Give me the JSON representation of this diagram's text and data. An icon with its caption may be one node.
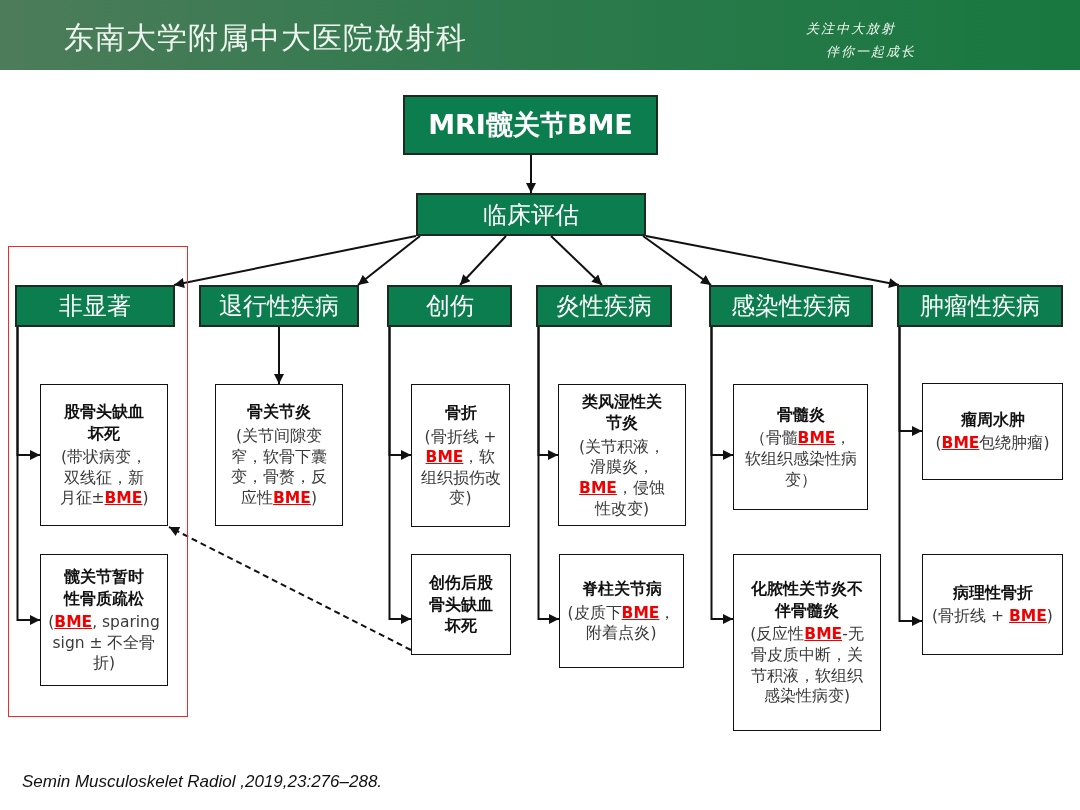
{
  "diagram": {
    "caption": "Semin Musculoskelet Radiol ,2019,23:276–288.",
    "nodes": [
      {
        "text": [
          "MRI髋关节BME"
        ]
      },
      {
        "text": [
          "临床评估"
        ]
      },
      {
        "text": [],
        "shape": "box"
      },
      {
        "text": [
          "非显著"
        ],
        "in": 2
      },
      {
        "text": [
          "退行性疾病"
        ]
      },
      {
        "text": [
          "创伤"
        ]
      },
      {
        "text": [
          "炎性疾病"
        ]
      },
      {
        "text": [
          "感染性疾病"
        ]
      },
      {
        "text": [
          "肿瘤性疾病"
        ]
      },
      {
        "text": [
          "股骨头缺血坏死",
          "(带状病变，双线征，新月征±**BME**)"
        ],
        "in": 2
      },
      {
        "text": [
          "髋关节暂时性骨质疏松",
          "(**BME**, sparing sign ± 不全骨折)"
        ],
        "in": 2
      },
      {
        "text": [
          "骨关节炎",
          "(关节间隙变窄，软骨下囊变，骨赘，反应性**BME**)"
        ]
      },
      {
        "text": [
          "骨折",
          "(骨折线 + **BME**，软组织损伤改变)"
        ]
      },
      {
        "text": [
          "创伤后股骨头缺血坏死"
        ]
      },
      {
        "text": [
          "类风湿性关节炎",
          "(关节积液，滑膜炎，**BME**，侵蚀性改变)"
        ]
      },
      {
        "text": [
          "脊柱关节病",
          "(皮质下**BME**，附着点炎)"
        ]
      },
      {
        "text": [
          "骨髓炎",
          "（骨髓**BME**，软组织感染性病变）"
        ]
      },
      {
        "text": [
          "化脓性关节炎不伴骨髓炎",
          "(反应性**BME**-无骨皮质中断，关节积液，软组织感染性病变)"
        ]
      },
      {
        "text": [
          "瘤周水肿",
          "(**BME**包绕肿瘤)"
        ]
      },
      {
        "text": [
          "病理性骨折",
          "(骨折线 + **BME**)"
        ]
      }
    ],
    "edges": [
      {
        "from": 0,
        "to": 1,
        "arrow": "to"
      },
      {
        "from": 1,
        "to": 3,
        "arrow": "to"
      },
      {
        "from": 1,
        "to": 4,
        "arrow": "to"
      },
      {
        "from": 1,
        "to": 5,
        "arrow": "to"
      },
      {
        "from": 1,
        "to": 6,
        "arrow": "to"
      },
      {
        "from": 1,
        "to": 7,
        "arrow": "to"
      },
      {
        "from": 1,
        "to": 8,
        "arrow": "to"
      },
      {
        "from": 3,
        "to": 9,
        "arrow": "to"
      },
      {
        "from": 3,
        "to": 10,
        "arrow": "to"
      },
      {
        "from": 4,
        "to": 11,
        "arrow": "to"
      },
      {
        "from": 5,
        "to": 12,
        "arrow": "to"
      },
      {
        "from": 5,
        "to": 13,
        "arrow": "to"
      },
      {
        "from": 6,
        "to": 14,
        "arrow": "to"
      },
      {
        "from": 6,
        "to": 15,
        "arrow": "to"
      },
      {
        "from": 7,
        "to": 16,
        "arrow": "to"
      },
      {
        "from": 7,
        "to": 17,
        "arrow": "to"
      },
      {
        "from": 8,
        "to": 18,
        "arrow": "to"
      },
      {
        "from": 8,
        "to": 19,
        "arrow": "to"
      },
      {
        "from": 13,
        "to": 9,
        "arrow": "to",
        "style": "dashed"
      }
    ],
    "labels": [
      "东南大学附属中大医院放射科",
      "关注中大放射",
      "伴你一起成长"
    ]
  }
}
